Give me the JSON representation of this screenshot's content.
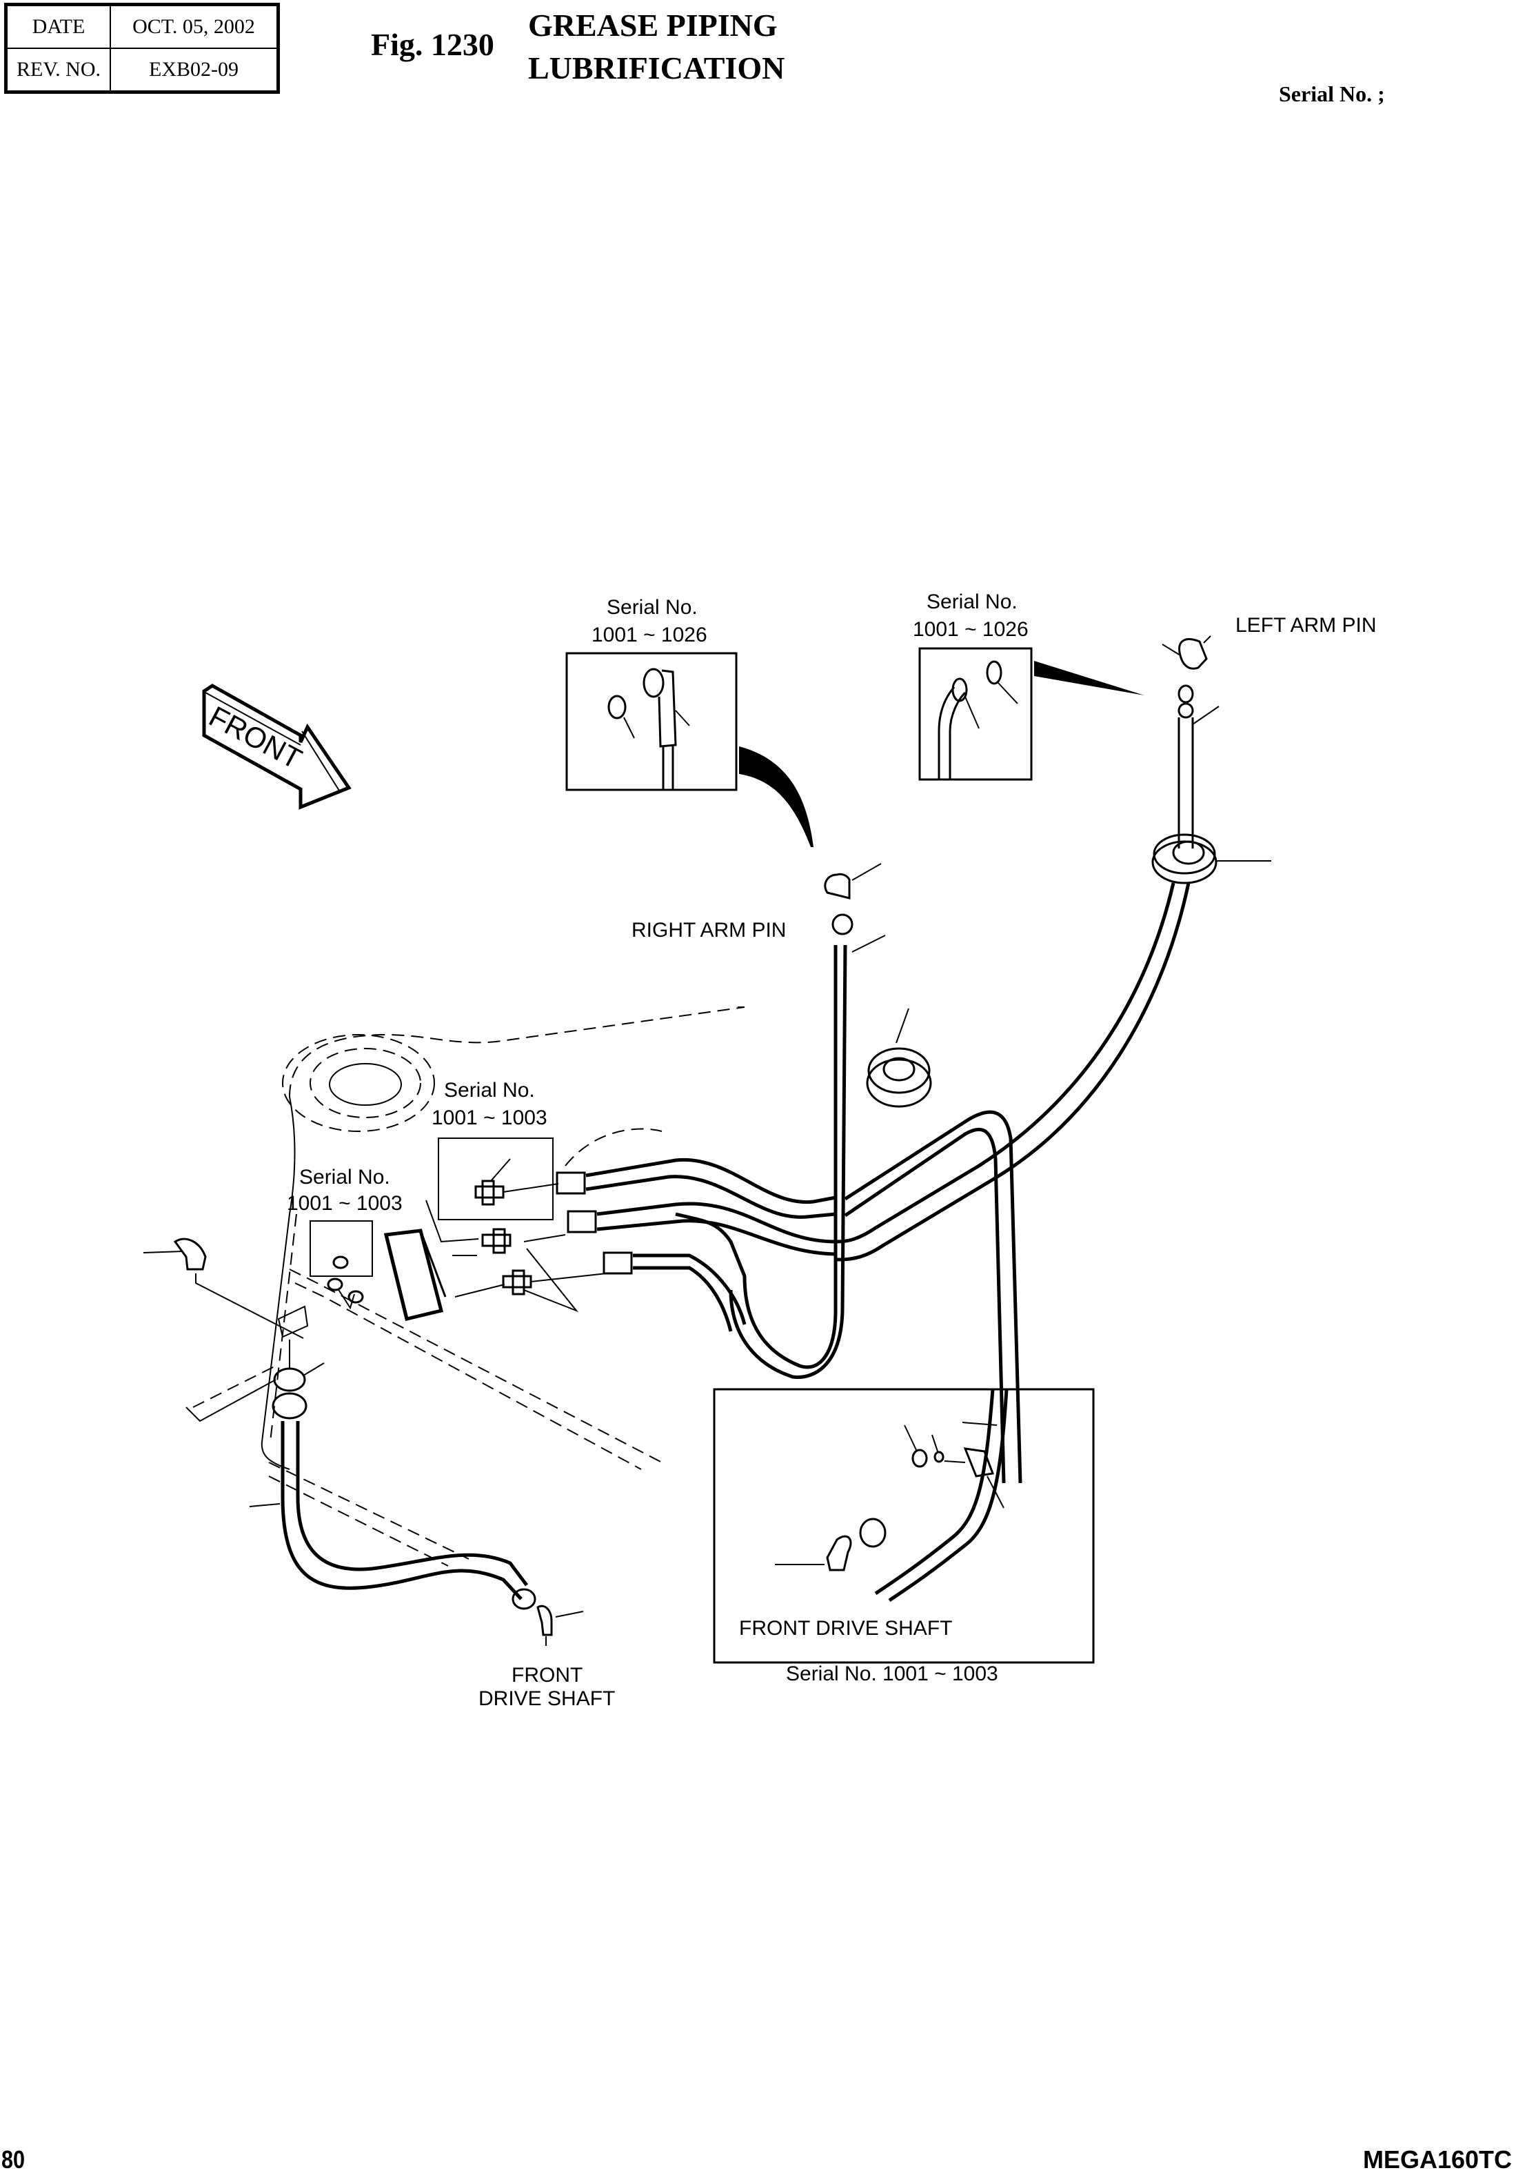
{
  "header": {
    "date_label": "DATE",
    "date_value": "OCT. 05, 2002",
    "rev_label": "REV. NO.",
    "rev_value": "EXB02-09",
    "figure_number": "Fig. 1230",
    "title_line1": "GREASE PIPING",
    "title_line2": "LUBRIFICATION",
    "serial_label": "Serial No. ;"
  },
  "diagram": {
    "front_arrow_label": "FRONT",
    "callouts": {
      "inset_top_left_serial": "Serial No.",
      "inset_top_left_range": "1001 ~ 1026",
      "inset_top_right_serial": "Serial No.",
      "inset_top_right_range": "1001 ~ 1026",
      "left_arm_pin": "LEFT ARM PIN",
      "right_arm_pin": "RIGHT ARM PIN",
      "block_inset_upper_serial": "Serial No.",
      "block_inset_upper_range": "1001 ~ 1003",
      "block_inset_lower_serial": "Serial No.",
      "block_inset_lower_range": "1001 ~ 1003",
      "front_drive_shaft_line1": "FRONT",
      "front_drive_shaft_line2": "DRIVE SHAFT",
      "inset_bottom_label": "FRONT DRIVE SHAFT",
      "inset_bottom_serial": "Serial No. 1001 ~ 1003"
    }
  },
  "footer": {
    "page_number": "80",
    "model": "MEGA160TC"
  }
}
